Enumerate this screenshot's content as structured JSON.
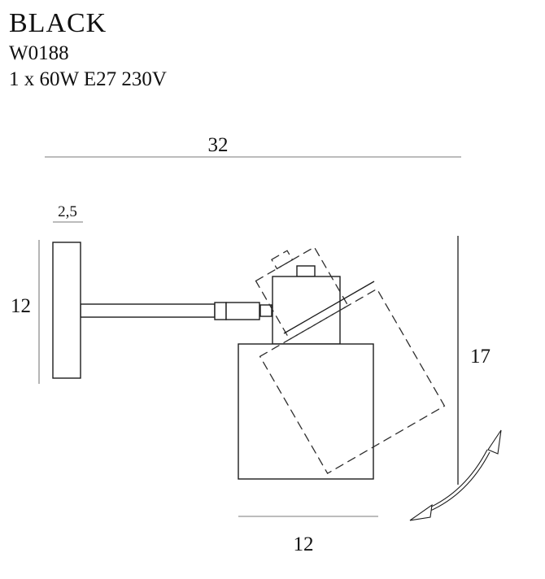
{
  "header": {
    "title": "BLACK",
    "model": "W0188",
    "spec": "1 x 60W E27 230V"
  },
  "dimensions": {
    "total_width": "32",
    "plate_depth": "2,5",
    "plate_height": "12",
    "total_height": "17",
    "shade_width": "12"
  },
  "colors": {
    "drawing_line": "#1c1c1c",
    "dashed_line": "#2e2e2e",
    "dimension_line": "#7a7a7a",
    "dimension_height_line": "#2f2f2f",
    "text": "#111111",
    "background": "#ffffff"
  },
  "icons": {
    "rotation_arrow": "curved-double-headed-arrow"
  }
}
